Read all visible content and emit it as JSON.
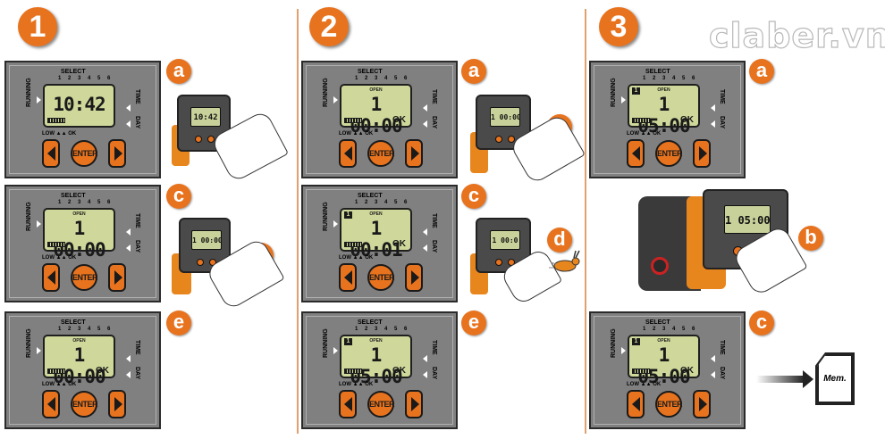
{
  "brand": "claber.vn",
  "steps": [
    "1",
    "2",
    "3"
  ],
  "labels": {
    "a": "a",
    "b": "b",
    "c": "c",
    "d": "d",
    "e": "e"
  },
  "panel_common": {
    "select": "SELECT",
    "channel_numbers": "1 2 3 4 5 6",
    "running": "RUNNING",
    "time": "TIME",
    "day": "DAY",
    "low_ok": "LOW ▲▲ OK",
    "enter": "ENTER"
  },
  "panels": [
    {
      "id": "1a",
      "time": "10:42",
      "open": "",
      "channel": "",
      "ok": ""
    },
    {
      "id": "1c",
      "time": "1 00:00",
      "open": "OPEN",
      "channel": "",
      "ok": ""
    },
    {
      "id": "1e",
      "time": "1 00:00",
      "open": "OPEN",
      "channel": "",
      "ok": "OK"
    },
    {
      "id": "2a",
      "time": "1 00:00",
      "open": "OPEN",
      "channel": "",
      "ok": "OK"
    },
    {
      "id": "2c",
      "time": "1 00:01",
      "open": "OPEN",
      "channel": "1",
      "ok": "OK"
    },
    {
      "id": "2e",
      "time": "1 05:00",
      "open": "OPEN",
      "channel": "1",
      "ok": "OK"
    },
    {
      "id": "3a",
      "time": "1 05:00",
      "open": "OPEN",
      "channel": "1",
      "ok": "OK"
    },
    {
      "id": "3c",
      "time": "1 05:00",
      "open": "OPEN",
      "channel": "1",
      "ok": "OK"
    }
  ],
  "photos": [
    {
      "id": "1b",
      "lcd": "10:42"
    },
    {
      "id": "1d",
      "lcd": "1 00:00"
    },
    {
      "id": "2b",
      "lcd": "1 00:00"
    },
    {
      "id": "2d",
      "lcd": "1 00:0"
    },
    {
      "id": "3b",
      "lcd": "1 05:00"
    }
  ],
  "memory": "Mem.",
  "colors": {
    "accent": "#e8731e",
    "panel": "#808080",
    "lcd": "#cfd89a",
    "divider": "#e0a070"
  }
}
